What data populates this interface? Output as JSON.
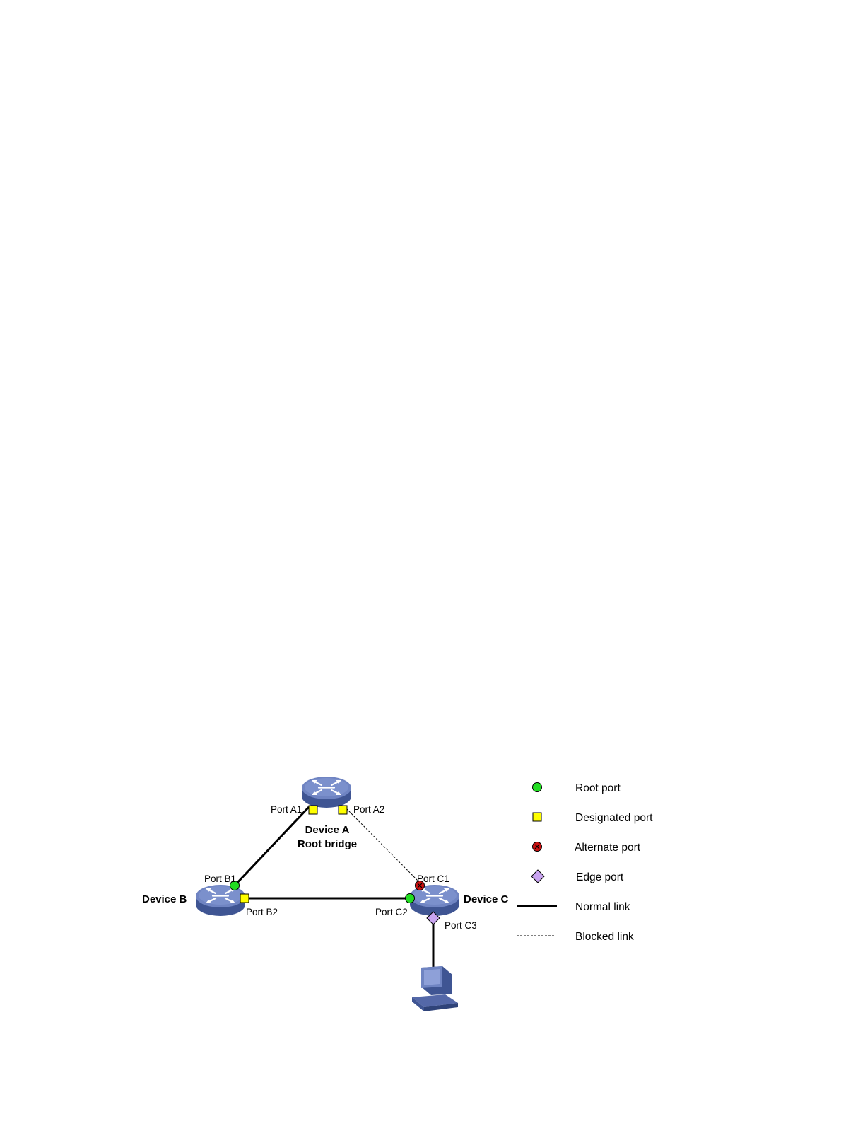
{
  "devices": {
    "a": {
      "name": "Device A",
      "role": "Root bridge"
    },
    "b": {
      "name": "Device B"
    },
    "c": {
      "name": "Device C"
    }
  },
  "ports": {
    "a1": "Port A1",
    "a2": "Port A2",
    "b1": "Port B1",
    "b2": "Port B2",
    "c1": "Port C1",
    "c2": "Port C2",
    "c3": "Port C3"
  },
  "legend": {
    "root_port": "Root port",
    "designated_port": "Designated port",
    "alternate_port": "Alternate port",
    "edge_port": "Edge port",
    "normal_link": "Normal link",
    "blocked_link": "Blocked link"
  },
  "colors": {
    "root_port": "#22dd22",
    "designated_port": "#ffff00",
    "alternate_port": "#cc1111",
    "edge_port": "#c9a4f0",
    "device": "#5468a8"
  }
}
